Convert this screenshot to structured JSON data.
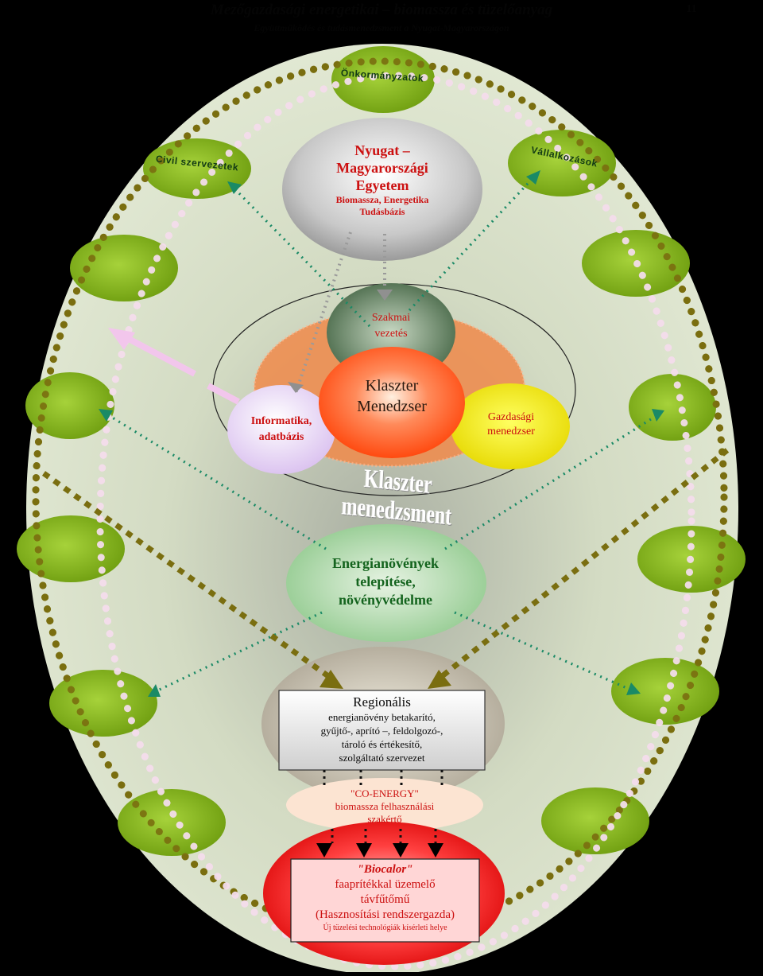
{
  "header": {
    "title": "Mezőgazdasági energetikai – biomassza és tüzelőanyag",
    "subtitle": "Együttműködés és tudásmenedzsment a Nyugat-Magyarországon",
    "page_number": "11"
  },
  "satellites": {
    "top": "Önkormányzatok",
    "left": "Civil szervezetek",
    "right": "Vállalkozások"
  },
  "university": {
    "line1": "Nyugat –",
    "line2": "Magyarországi",
    "line3": "Egyetem",
    "line4": "Biomassza, Energetika",
    "line5": "Tudásbázis"
  },
  "management": {
    "szakmai_line1": "Szakmai",
    "szakmai_line2": "vezetés",
    "klaszter_line1": "Klaszter",
    "klaszter_line2": "Menedzser",
    "informatika_line1": "Informatika,",
    "informatika_line2": "adatbázis",
    "gazdasagi_line1": "Gazdasági",
    "gazdasagi_line2": "menedzser",
    "banner": "Klaszter menedzsment"
  },
  "energy": {
    "line1": "Energianövények",
    "line2": "telepítése,",
    "line3": "növényvédelme"
  },
  "regional": {
    "title": "Regionális",
    "line1": "energianövény betakarító,",
    "line2": "gyűjtő-, aprító –,  feldolgozó-,",
    "line3": "tároló és értékesítő,",
    "line4": "szolgáltató szervezet"
  },
  "coenergy": {
    "line1": "\"CO-ENERGY\"",
    "line2": "biomassza felhasználási",
    "line3": "szakértő"
  },
  "biocalor": {
    "line1": "\"Biocalor\"",
    "line2": "faaprítékkal üzemelő",
    "line3": "távfűtőmű",
    "line4": "(Hasznosítási rendszergazda)",
    "line5": "Új tüzelési technológiák kísérleti helye"
  },
  "colors": {
    "background": "#000000",
    "outer_ellipse": "#d6e0c4",
    "satellite_green": "#8fbf1a",
    "olive_dots": "#7a6e10",
    "pink_dots": "#f2dcea",
    "red_text": "#cc1010",
    "teal_arrows": "#1a8a66",
    "yellow": "#f0e600",
    "biocalor_red": "#e51010"
  }
}
